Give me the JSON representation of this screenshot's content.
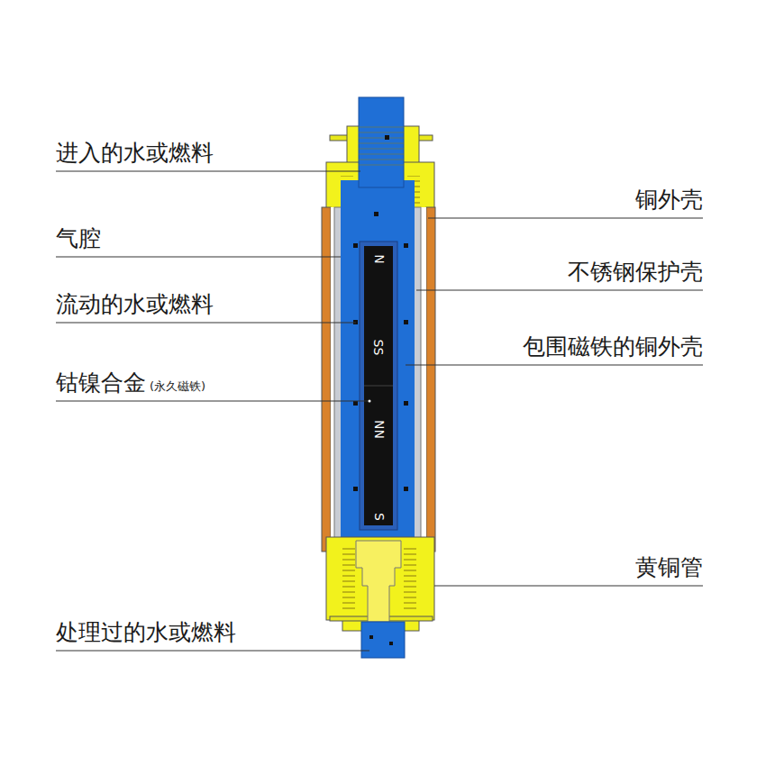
{
  "diagram": {
    "labels": [
      "进入的水或燃料",
      "铜外壳",
      "气腔",
      "不锈钢保护壳",
      "流动的水或燃料",
      "N",
      "SS",
      "包围磁铁的铜外壳",
      "钴镍合金",
      "(永久磁铁)",
      "NN",
      "S",
      "黄铜管",
      "处理过的水或燃料"
    ]
  }
}
